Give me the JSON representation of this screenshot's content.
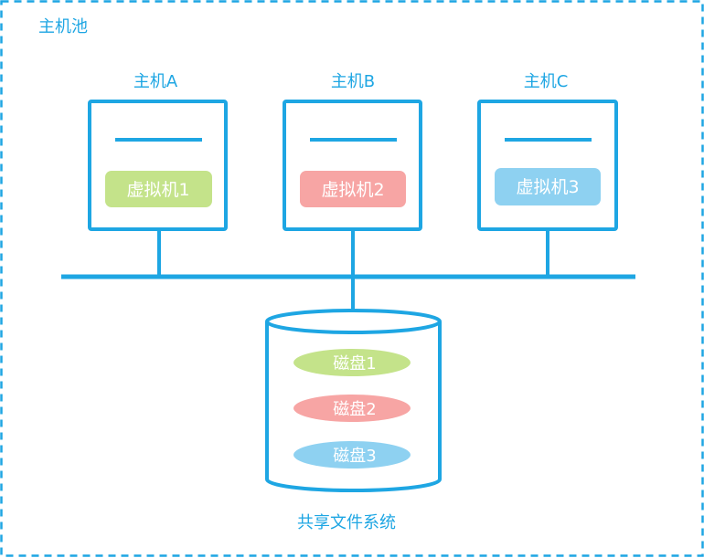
{
  "pool": {
    "title": "主机池"
  },
  "colors": {
    "primary": "#1EA6E3",
    "vm1": "#C4E38A",
    "vm2": "#F7A5A4",
    "vm3": "#8ED1F1",
    "label_text": "#ffffff"
  },
  "hosts": [
    {
      "label": "主机A",
      "vm": "虚拟机1"
    },
    {
      "label": "主机B",
      "vm": "虚拟机2"
    },
    {
      "label": "主机C",
      "vm": "虚拟机3"
    }
  ],
  "storage": {
    "label": "共享文件系统",
    "disks": [
      "磁盘1",
      "磁盘2",
      "磁盘3"
    ]
  }
}
